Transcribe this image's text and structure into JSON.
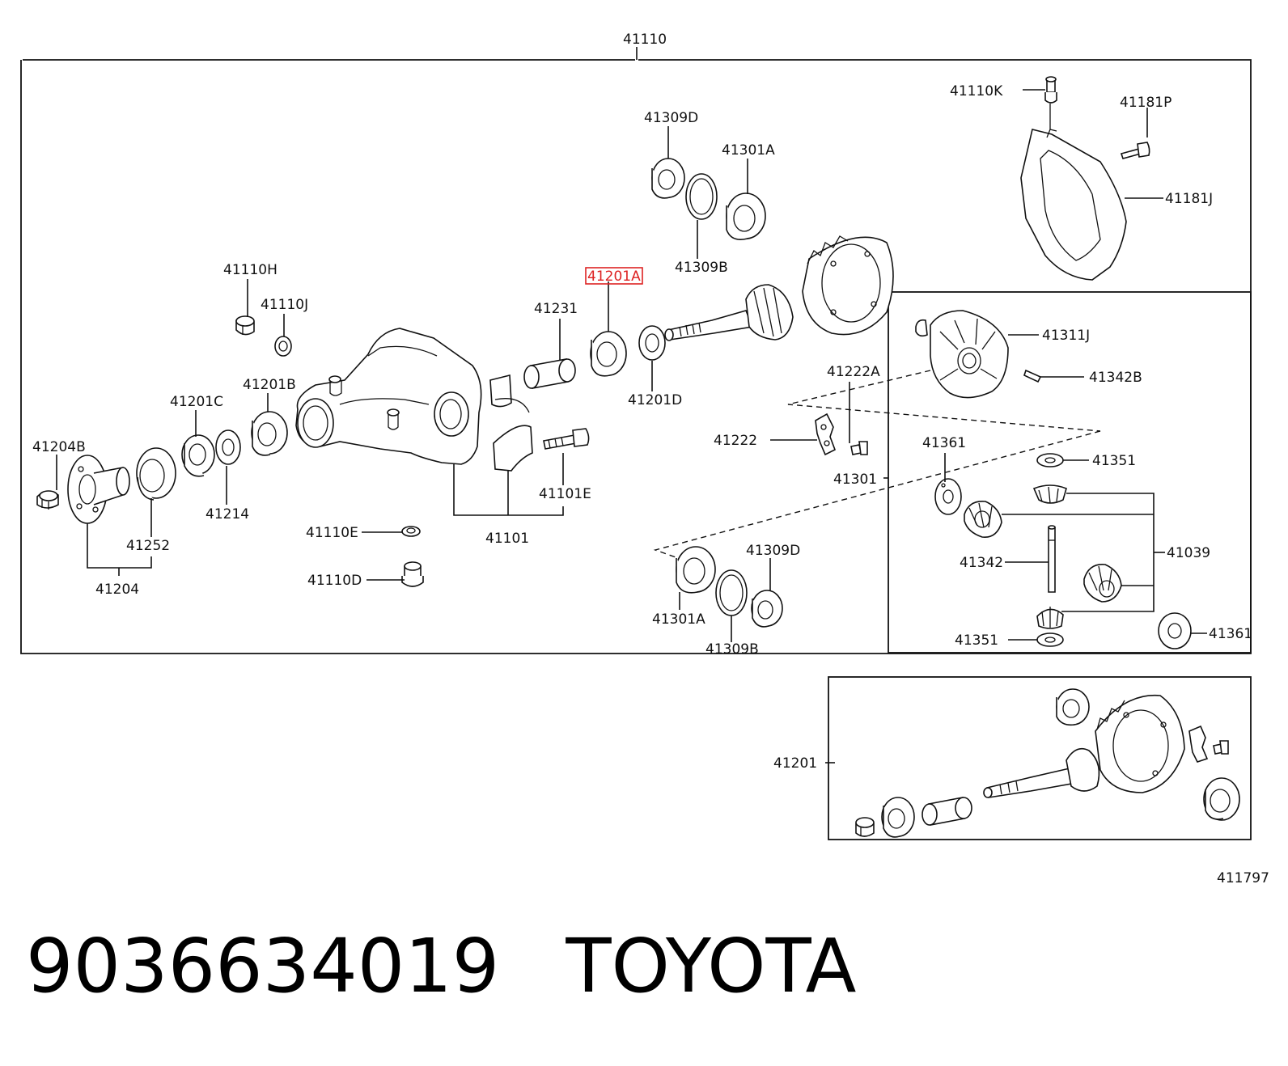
{
  "diagram": {
    "labels": {
      "l41110": "41110",
      "l41110K": "41110K",
      "l41181P": "41181P",
      "l41181J": "41181J",
      "l41309D_top": "41309D",
      "l41301A_top": "41301A",
      "l41309B_top": "41309B",
      "l41201A": "41201A",
      "l41231": "41231",
      "l41201D": "41201D",
      "l41110H": "41110H",
      "l41110J": "41110J",
      "l41201B": "41201B",
      "l41201C": "41201C",
      "l41204B": "41204B",
      "l41214": "41214",
      "l41252": "41252",
      "l41204": "41204",
      "l41101E": "41101E",
      "l41101": "41101",
      "l41110E": "41110E",
      "l41110D": "41110D",
      "l41311J": "41311J",
      "l41342B": "41342B",
      "l41222A": "41222A",
      "l41222": "41222",
      "l41301": "41301",
      "l41361_top": "41361",
      "l41351_top": "41351",
      "l41039": "41039",
      "l41342": "41342",
      "l41351_bot": "41351",
      "l41361_bot": "41361",
      "l41301A_bot": "41301A",
      "l41309D_bot": "41309D",
      "l41309B_bot": "41309B",
      "l41201": "41201",
      "l411797": "411797"
    },
    "highlight_color": "#dd2222"
  },
  "footer": {
    "part_number": "9036634019",
    "brand": "TOYOTA"
  }
}
